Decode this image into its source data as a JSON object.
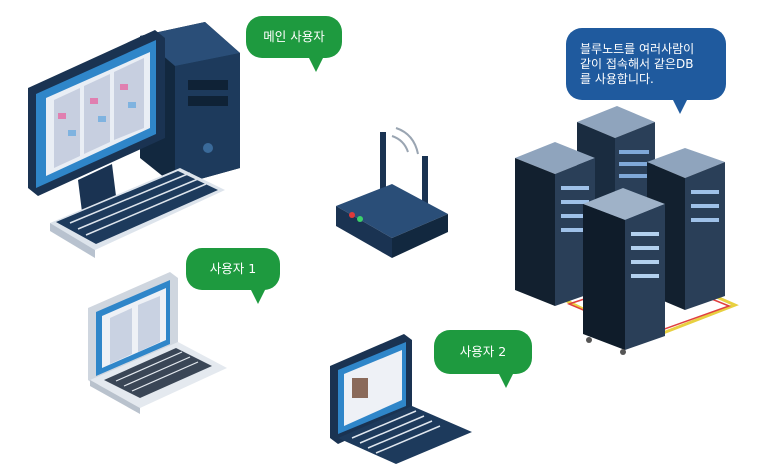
{
  "bubbles": {
    "main_user": "메인 사용자",
    "user1": "사용자 1",
    "user2": "사용자 2",
    "server_note": {
      "line1": "블루노트를 여러사람이",
      "line2": "같이 접속해서 같은DB",
      "line3": "를 사용합니다."
    }
  },
  "colors": {
    "bubble_green": "#1e9a3f",
    "bubble_blue": "#1f5a9e",
    "device_navy": "#1d3a5c",
    "screen_blue": "#2f86c9"
  },
  "icons": [
    "desktop-computer-icon",
    "laptop-icon",
    "wifi-router-icon",
    "server-rack-icon"
  ]
}
